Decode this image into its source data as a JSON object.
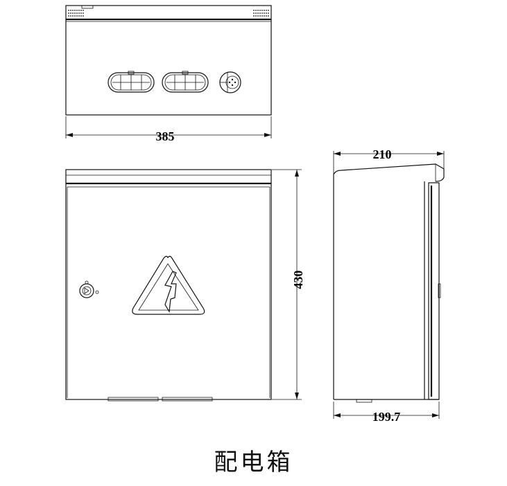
{
  "dimensions": {
    "width": "385",
    "height": "430",
    "depth": "210",
    "depth_body": "199.7"
  },
  "caption": "配电箱",
  "icons": {
    "warning": "high-voltage-warning-icon",
    "lock": "keyhole-lock-icon",
    "vent": "vent-grille-icon",
    "gland": "cable-gland-icon"
  },
  "colors": {
    "line": "#111111",
    "background": "#ffffff"
  }
}
